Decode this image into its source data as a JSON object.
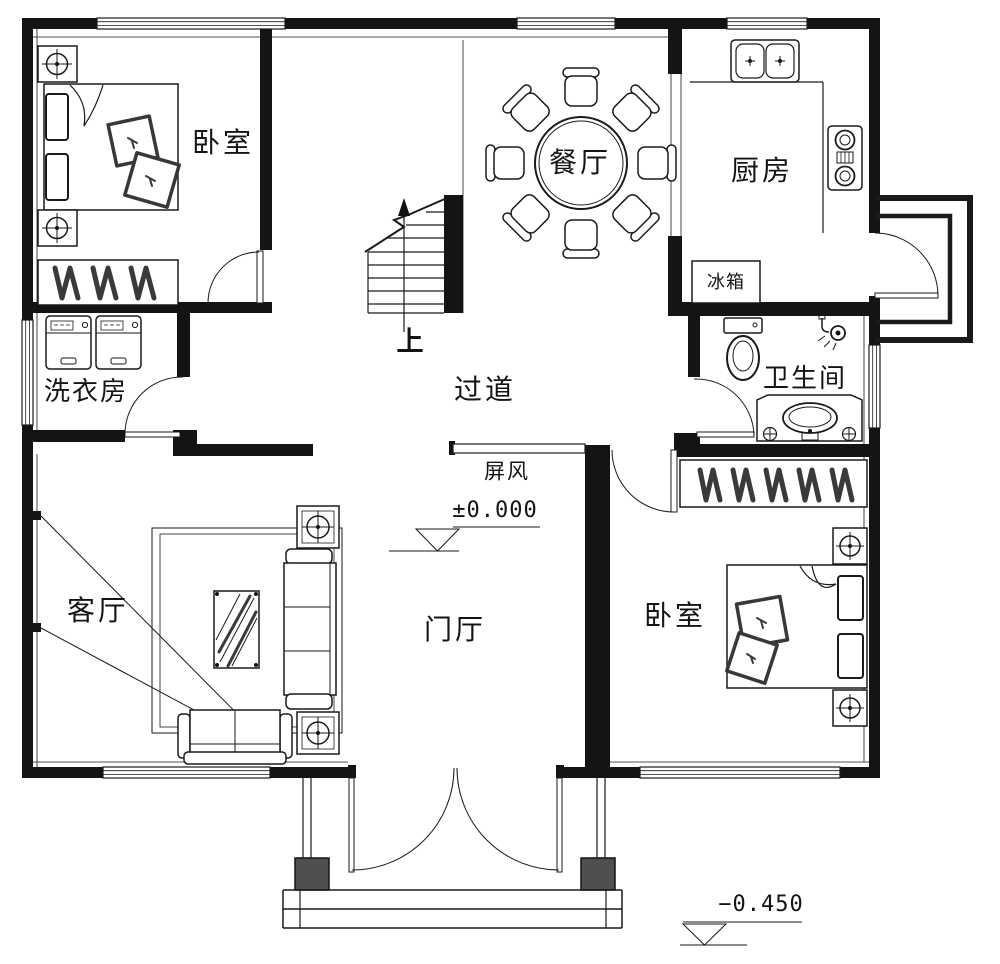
{
  "rooms": {
    "bedroom_top": {
      "label": "卧室"
    },
    "dining": {
      "label": "餐厅"
    },
    "kitchen": {
      "label": "厨房"
    },
    "laundry": {
      "label": "洗衣房"
    },
    "hallway": {
      "label": "过道"
    },
    "bathroom": {
      "label": "卫生间"
    },
    "living": {
      "label": "客厅"
    },
    "foyer": {
      "label": "门厅"
    },
    "bedroom_bottom": {
      "label": "卧室"
    }
  },
  "annotations": {
    "stair_direction": "上",
    "screen": "屏风",
    "refrigerator": "冰箱",
    "elevation_foyer": "±0.000",
    "elevation_entrance": "−0.450"
  },
  "palette": {
    "line": "#1a1a1a",
    "wall": "#141414",
    "column": "#4f4f4f",
    "background": "#ffffff"
  }
}
